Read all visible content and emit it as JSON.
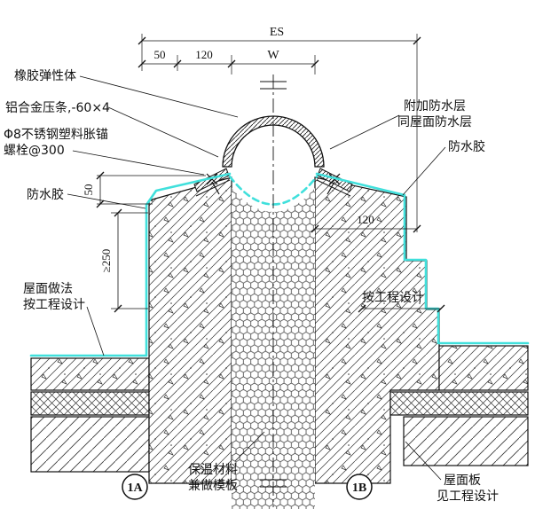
{
  "dims": {
    "es": "ES",
    "seg_50": "50",
    "seg_120": "120",
    "seg_w": "W",
    "height_50": "50",
    "height_min_250": "≥250",
    "width_120": "120"
  },
  "labels": {
    "rubber_elastomer": "橡胶弹性体",
    "aluminum_batten": "铝合金压条,-60×4",
    "anchor_line1": "Φ8不锈钢塑料胀锚",
    "anchor_line2": "螺栓@300",
    "waterproof_sealant_left": "防水胶",
    "roof_practice_line1": "屋面做法",
    "roof_practice_line2": "按工程设计",
    "extra_waterproof_line1": "附加防水层",
    "extra_waterproof_line2": "同屋面防水层",
    "waterproof_sealant_right": "防水胶",
    "per_engineering_design": "按工程设计",
    "insulation_line1": "保温材料",
    "insulation_line2": "兼做模板",
    "roof_slab_line1": "屋面板",
    "roof_slab_line2": "见工程设计",
    "detail_marker_a": "1A",
    "detail_marker_b": "1B"
  },
  "colors": {
    "membrane": "#40E0DC",
    "line": "#1a1a1a"
  }
}
